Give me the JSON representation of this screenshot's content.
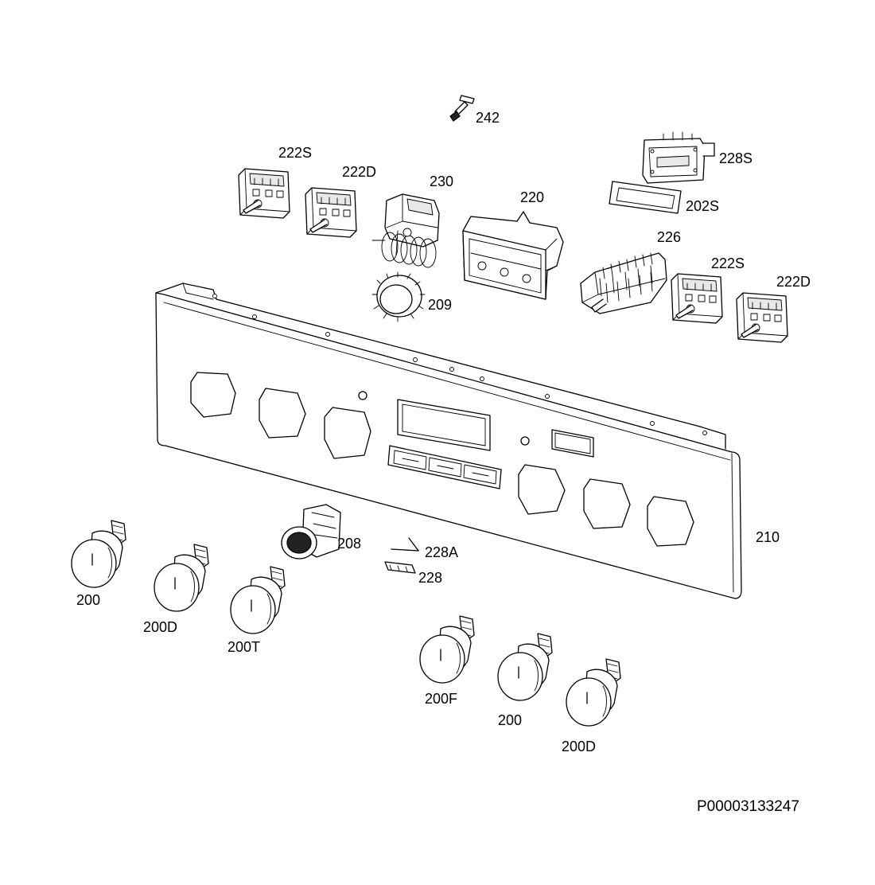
{
  "document_id": "P00003133247",
  "labels": {
    "tube_242": "242",
    "switch_222S_top": "222S",
    "switch_222D_top": "222D",
    "thermostat_230": "230",
    "display_220": "220",
    "module_228S": "228S",
    "gasket_202S": "202S",
    "selector_226": "226",
    "switch_222S_right": "222S",
    "switch_222D_right": "222D",
    "ring_209": "209",
    "panel_210": "210",
    "lamp_208": "208",
    "spring_228A": "228A",
    "clip_228": "228",
    "knob_200_a": "200",
    "knob_200D_a": "200D",
    "knob_200T": "200T",
    "knob_200F": "200F",
    "knob_200_b": "200",
    "knob_200D_b": "200D"
  }
}
